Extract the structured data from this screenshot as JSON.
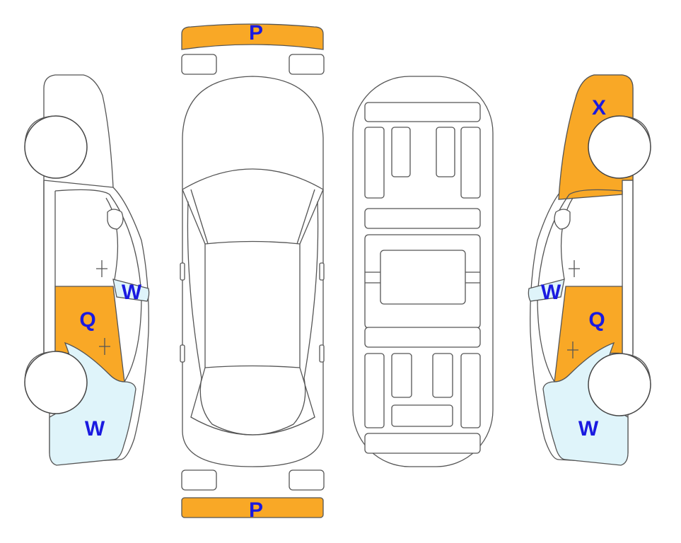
{
  "colors": {
    "orange_fill": "#F9A826",
    "light_blue_fill": "#DFF4FA",
    "label_text": "#1A1AE0",
    "outline": "#555555"
  },
  "labels": {
    "front_bumper": "P",
    "rear_bumper": "P",
    "left_front_door": "Q",
    "left_mirror_glass": "W",
    "left_front_fender": "W",
    "right_rear_quarter": "X",
    "right_mirror_glass": "W",
    "right_front_door": "Q",
    "right_front_fender": "W"
  }
}
